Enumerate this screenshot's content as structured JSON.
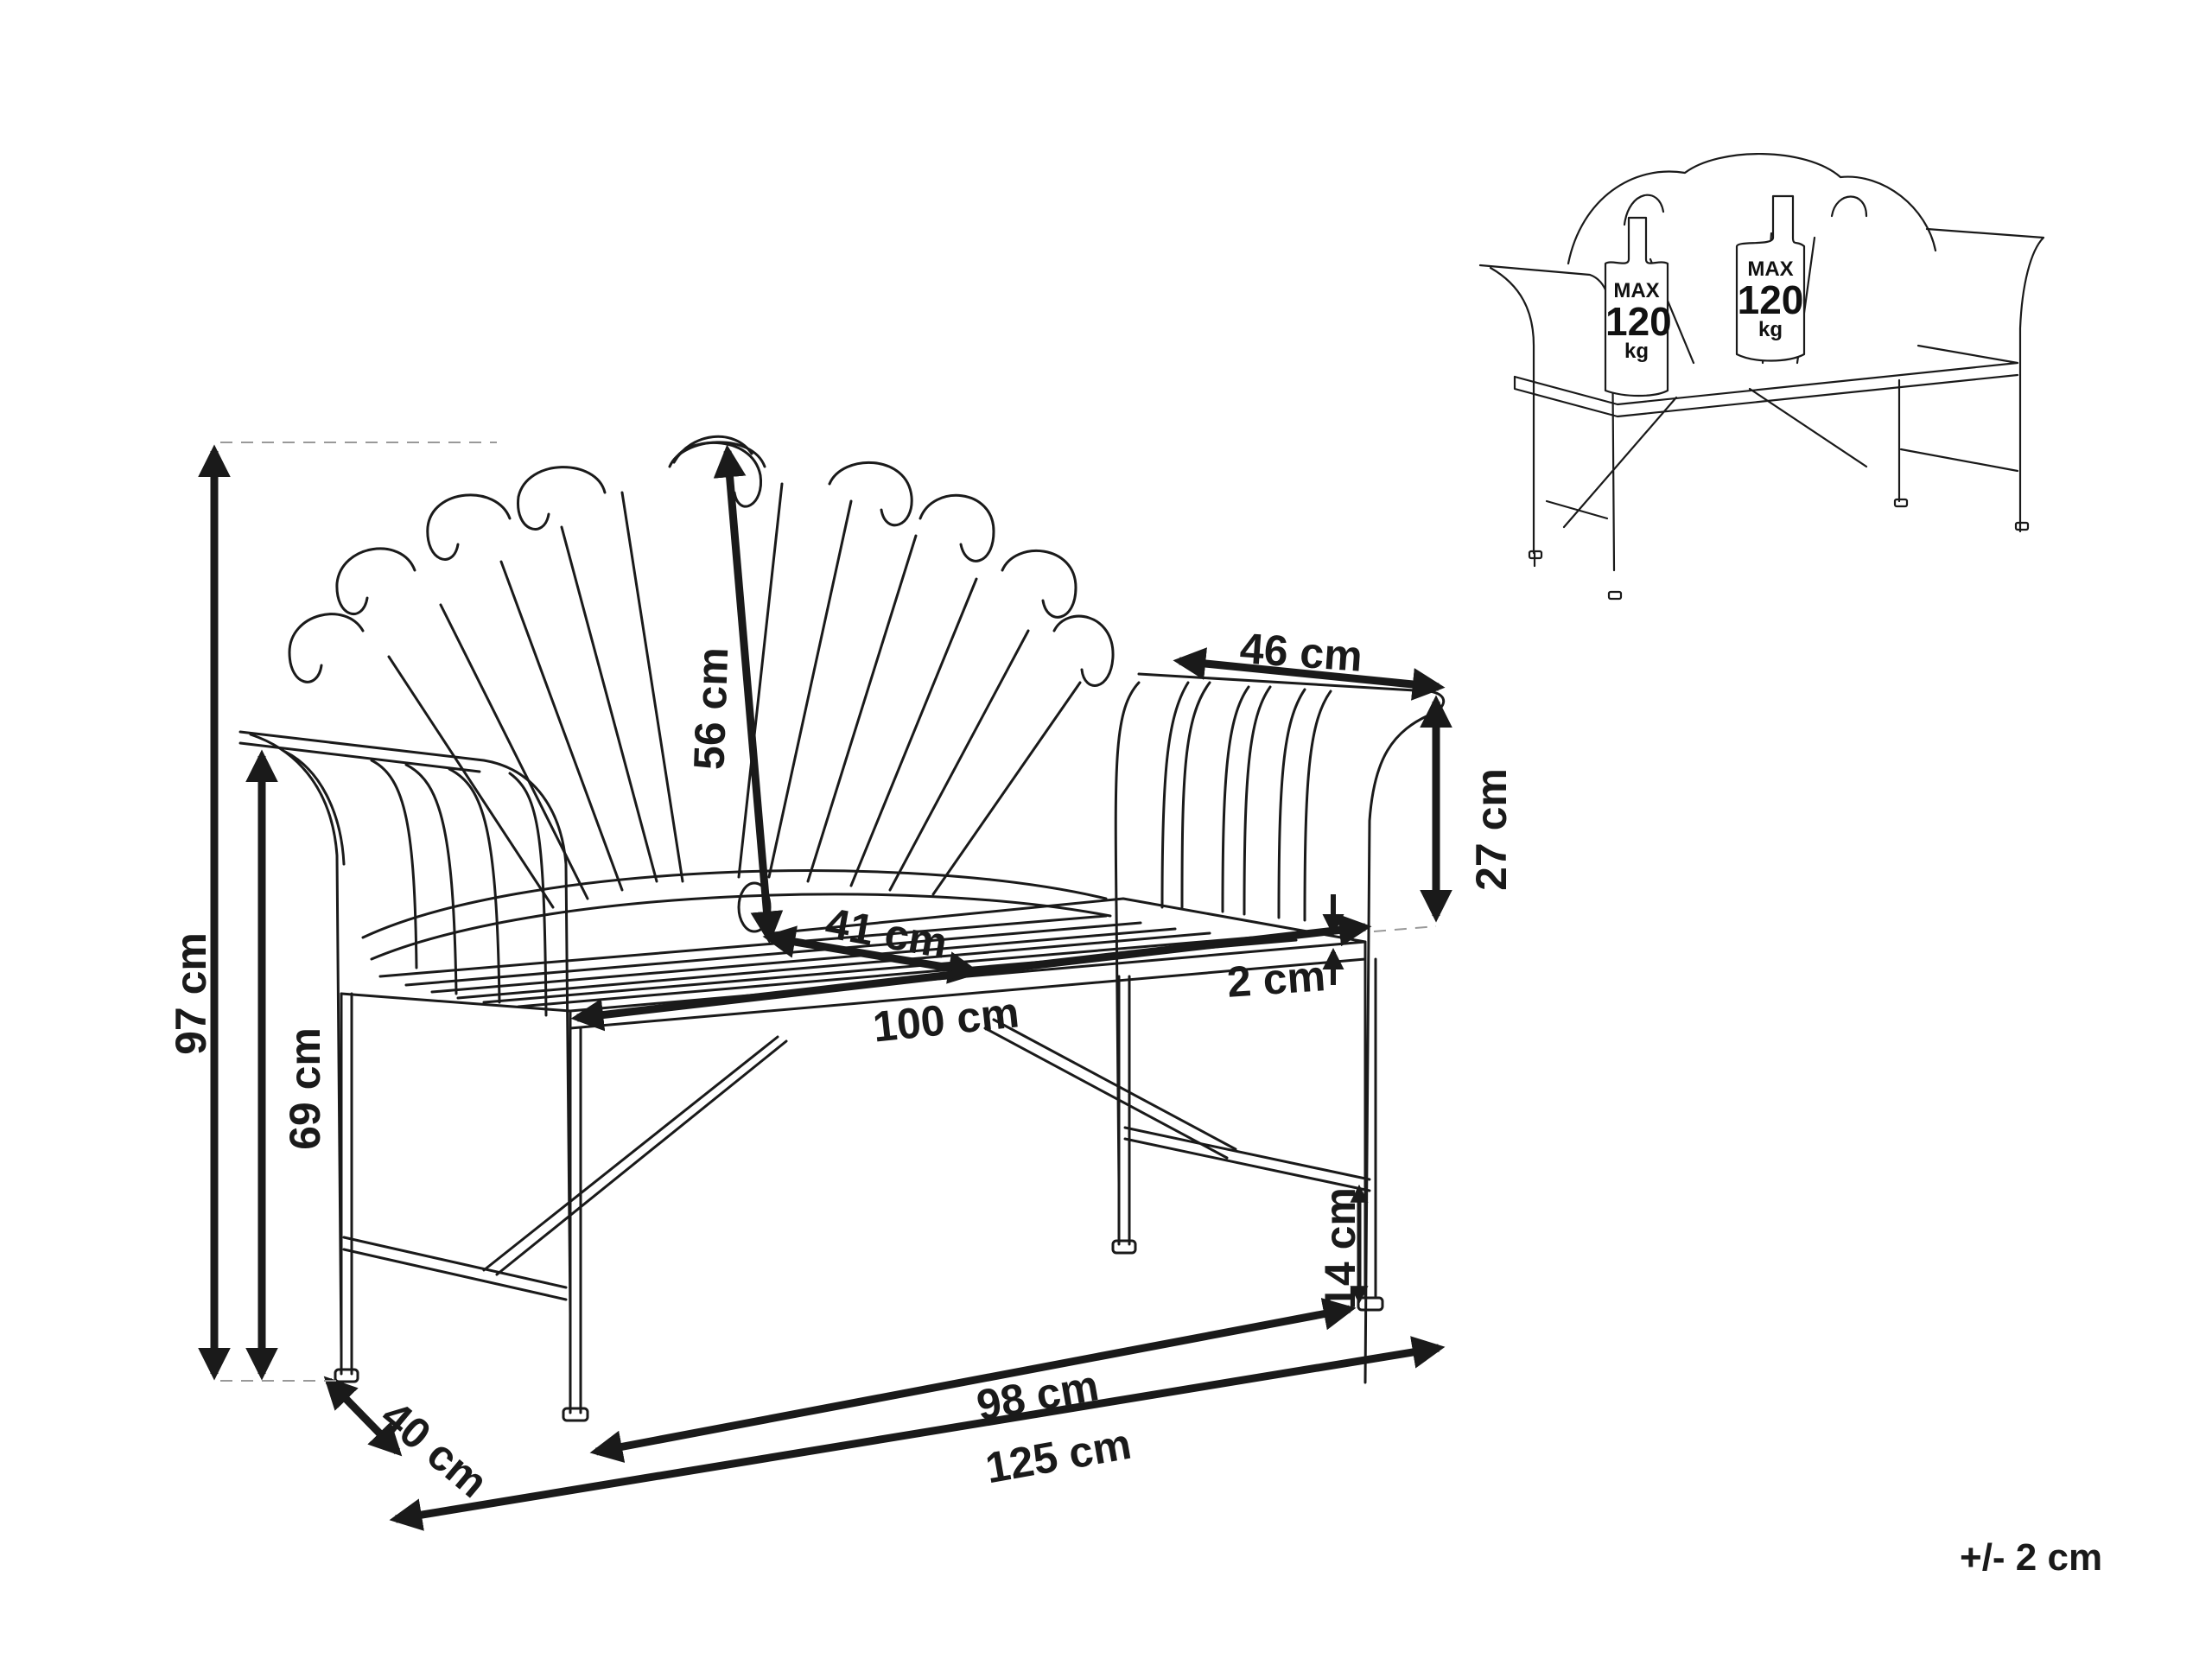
{
  "diagram": {
    "subject": "Metal garden bench with peacock-fan backrest",
    "line_color": "#1a1a1a",
    "background": "#ffffff",
    "dimensions": {
      "overall_height": "97 cm",
      "armrest_height": "69 cm",
      "backrest_height": "56 cm",
      "armrest_depth": "46 cm",
      "armrest_above_seat": "27 cm",
      "seat_depth": "41 cm",
      "seat_width": "100 cm",
      "seat_thickness": "2 cm",
      "stretcher_height": "14 cm",
      "leg_span_width": "98 cm",
      "overall_depth": "40 cm",
      "overall_width": "125 cm"
    },
    "tolerance": "+/- 2 cm",
    "load_inset": {
      "weights": [
        {
          "line1": "MAX",
          "line2": "120",
          "line3": "kg"
        },
        {
          "line1": "MAX",
          "line2": "120",
          "line3": "kg"
        }
      ]
    }
  }
}
